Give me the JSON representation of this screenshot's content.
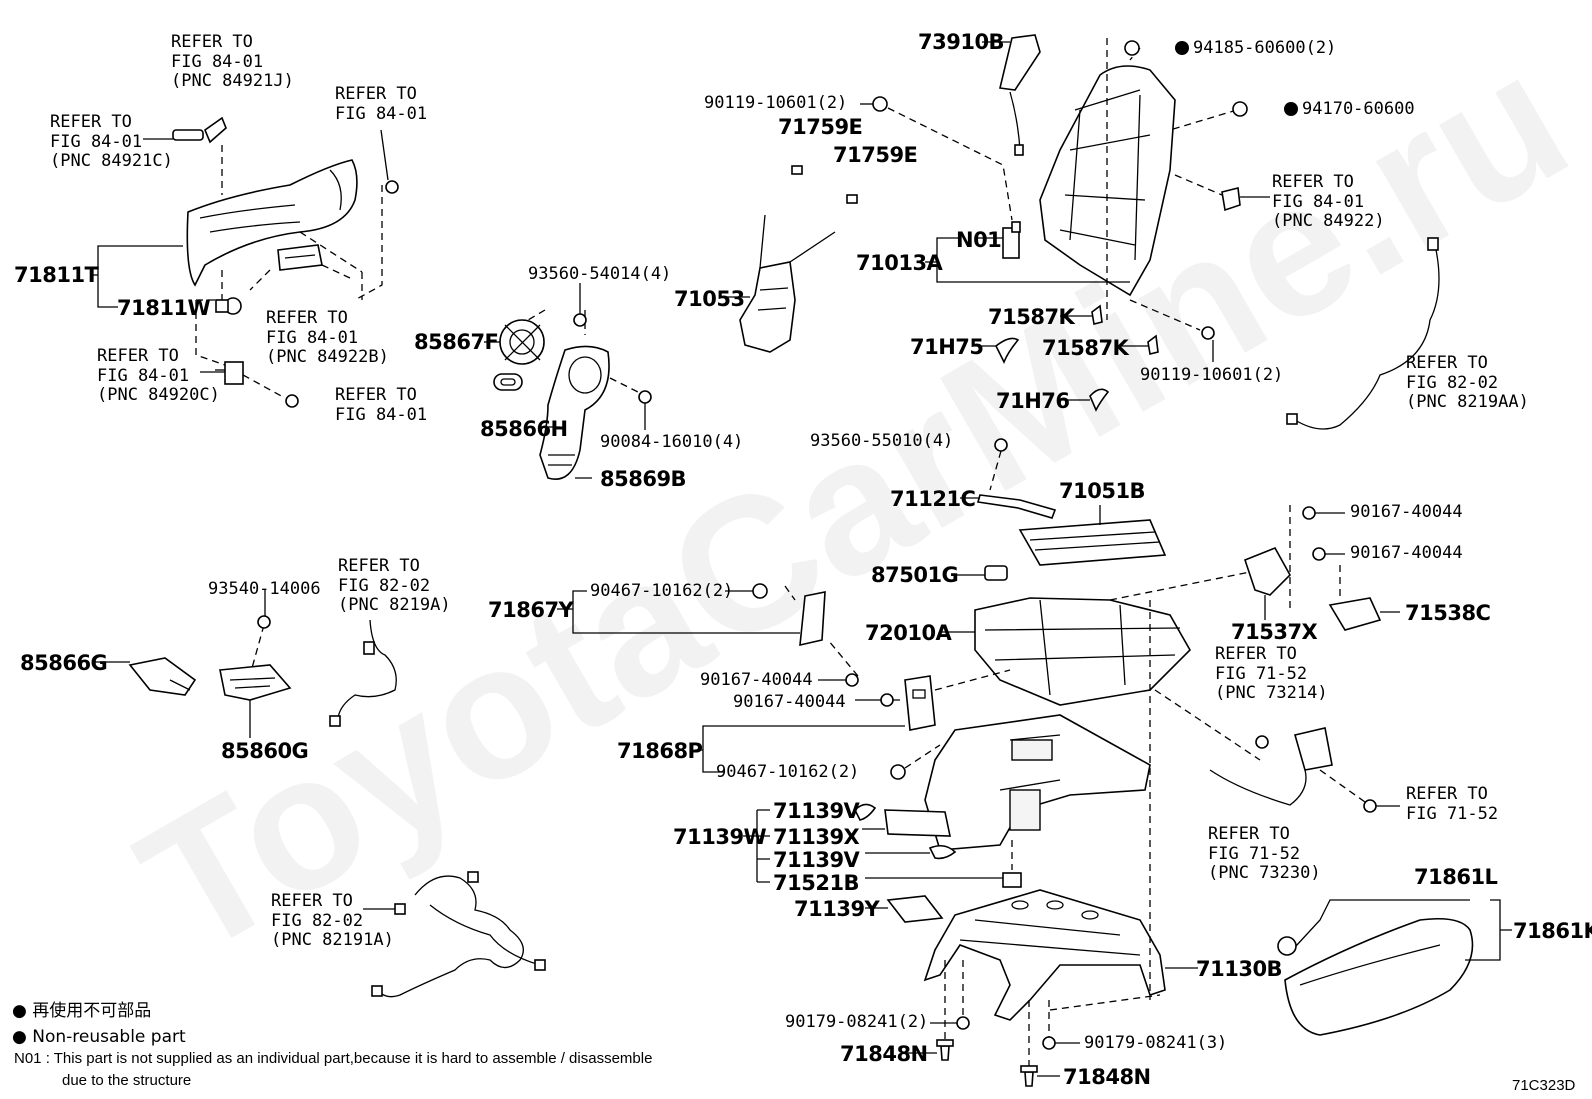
{
  "watermark": "ToyotaCarMine.ru",
  "figure_code": "71C323D",
  "legend": {
    "dot_cn": "再使用不可部品",
    "dot_en": "Non-reusable part",
    "n01_code": "N01",
    "n01_text": ": This part is not supplied as an individual part,because it is hard to assemble / disassemble",
    "n01_text2": "due to the structure"
  },
  "refs": {
    "r1": "REFER TO\nFIG 84-01\n(PNC 84921J)",
    "r2": "REFER TO\nFIG 84-01\n(PNC 84921C)",
    "r3": "REFER TO\nFIG 84-01",
    "r4": "REFER TO\nFIG 84-01\n(PNC 84922B)",
    "r5": "REFER TO\nFIG 84-01\n(PNC 84920C)",
    "r6": "REFER TO\nFIG 84-01",
    "r7": "REFER TO\nFIG 82-02\n(PNC 8219A)",
    "r8": "REFER TO\nFIG 82-02\n(PNC 82191A)",
    "r9": "REFER TO\nFIG 84-01\n(PNC 84922)",
    "r10": "REFER TO\nFIG 82-02\n(PNC 8219AA)",
    "r11": "REFER TO\nFIG 71-52\n(PNC 73214)",
    "r12": "REFER TO\nFIG 71-52",
    "r13": "REFER TO\nFIG 71-52\n(PNC 73230)"
  },
  "parts": {
    "p71811T": "71811T",
    "p71811W": "71811W",
    "p93560_54014": "93560-54014(4)",
    "p85867F": "85867F",
    "p85866H": "85866H",
    "p90084": "90084-16010(4)",
    "p85869B": "85869B",
    "p71053": "71053",
    "p71759E_a": "71759E",
    "p71759E_b": "71759E",
    "p90119_a": "90119-10601(2)",
    "p73910B": "73910B",
    "p94185": "94185-60600(2)",
    "p94170": "94170-60600",
    "pN01": "N01",
    "p71013A": "71013A",
    "p71587K_a": "71587K",
    "p71587K_b": "71587K",
    "p71H75": "71H75",
    "p71H76": "71H76",
    "p90119_b": "90119-10601(2)",
    "p93560_55010": "93560-55010(4)",
    "p71121C": "71121C",
    "p71051B": "71051B",
    "p87501G": "87501G",
    "p72010A": "72010A",
    "p90167_1": "90167-40044",
    "p90167_2": "90167-40044",
    "p71538C": "71538C",
    "p71537X": "71537X",
    "p93540": "93540-14006",
    "p85866G": "85866G",
    "p85860G": "85860G",
    "p90467_a": "90467-10162(2)",
    "p71867Y": "71867Y",
    "p90167_3": "90167-40044",
    "p90167_4": "90167-40044",
    "p71868P": "71868P",
    "p90467_b": "90467-10162(2)",
    "p71139V_a": "71139V",
    "p71139W": "71139W",
    "p71139X": "71139X",
    "p71139V_b": "71139V",
    "p71521B": "71521B",
    "p71139Y": "71139Y",
    "p71861L": "71861L",
    "p71861K": "71861K",
    "p71130B": "71130B",
    "p90179_a": "90179-08241(2)",
    "p71848N_a": "71848N",
    "p90179_b": "90179-08241(3)",
    "p71848N_b": "71848N"
  }
}
